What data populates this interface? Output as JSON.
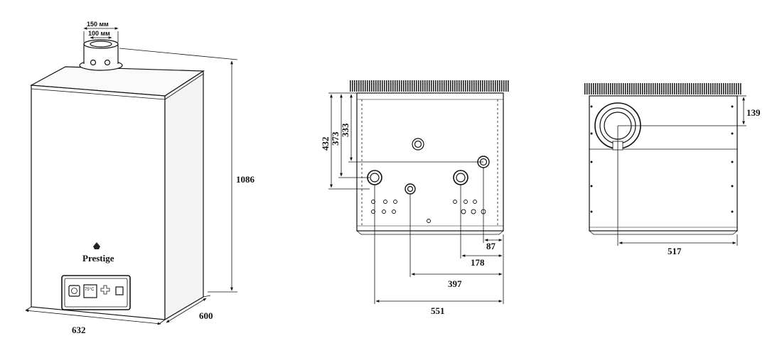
{
  "boiler_3d": {
    "flue_outer": "150 мм",
    "flue_inner": "100 мм",
    "height": "1086",
    "width": "632",
    "depth": "600",
    "brand": "Prestige",
    "display_temp": "75°C"
  },
  "bottom_view": {
    "v_432": "432",
    "v_373": "373",
    "v_333": "333",
    "h_87": "87",
    "h_178": "178",
    "h_397": "397",
    "h_551": "551"
  },
  "top_view": {
    "v_139": "139",
    "h_517": "517"
  },
  "colors": {
    "line": "#111111",
    "hatch": "#222222"
  }
}
